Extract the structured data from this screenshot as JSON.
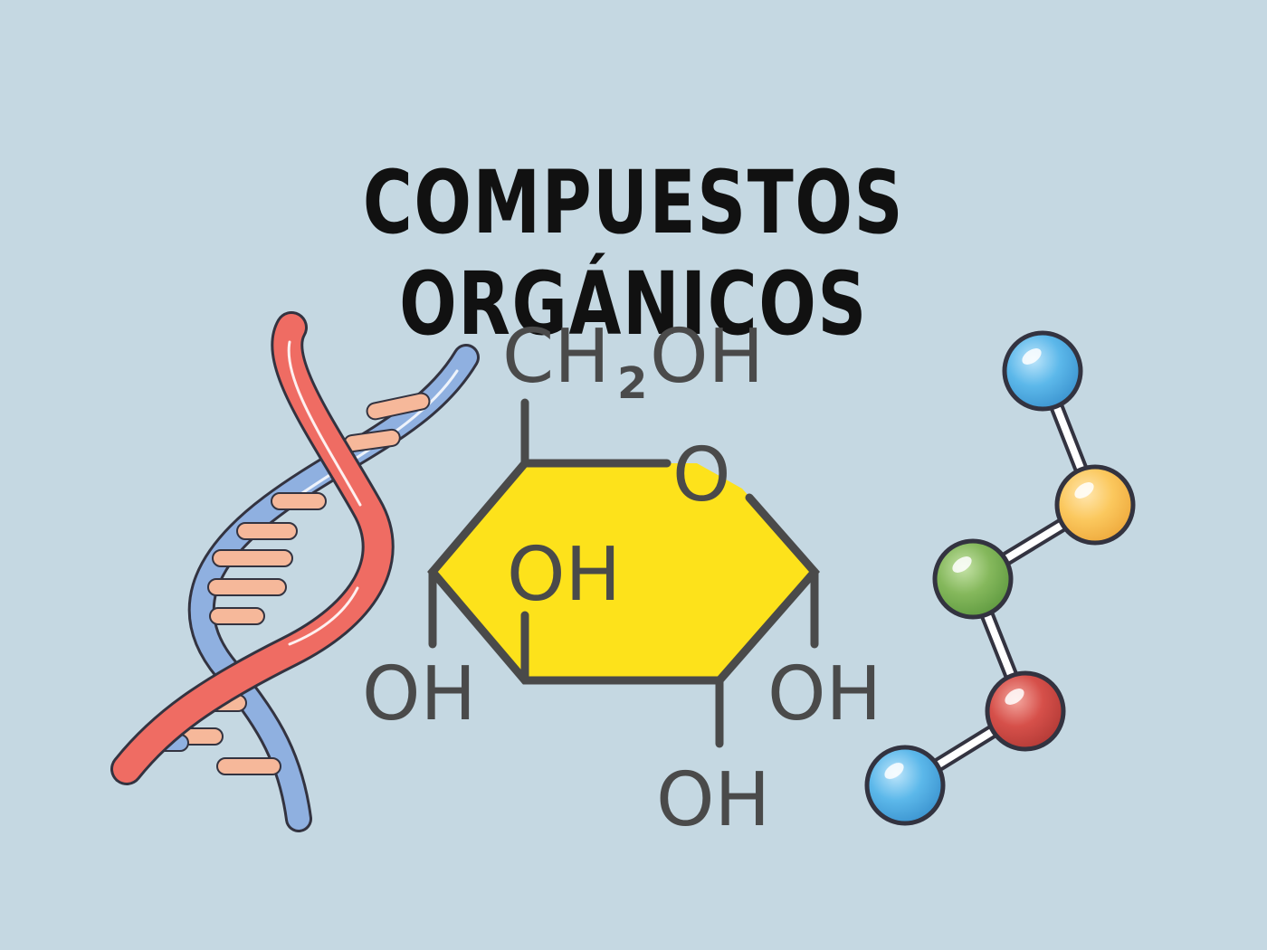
{
  "title": "COMPUESTOS ORGÁNICOS",
  "glucose": {
    "ch2oh_c": "CH",
    "ch2oh_sub": "2",
    "ch2oh_oh": "OH",
    "ring_o": "O",
    "oh_inner": "OH",
    "oh_left": "OH",
    "oh_right": "OH",
    "oh_bottom": "OH"
  },
  "colors": {
    "background": "#c5d8e2",
    "ring_fill": "#fde21b",
    "bond": "#4a4a4a",
    "dna_red": "#ef6c63",
    "dna_blue": "#8fb0e0",
    "base_pair": "#f6b89a",
    "atom_blue": "#5cb8ea",
    "atom_yellow": "#fbc85e",
    "atom_green": "#85b85c",
    "atom_red": "#d6504a"
  },
  "icons": [
    "dna-double-helix-icon",
    "glucose-structure-icon",
    "molecule-chain-icon"
  ]
}
